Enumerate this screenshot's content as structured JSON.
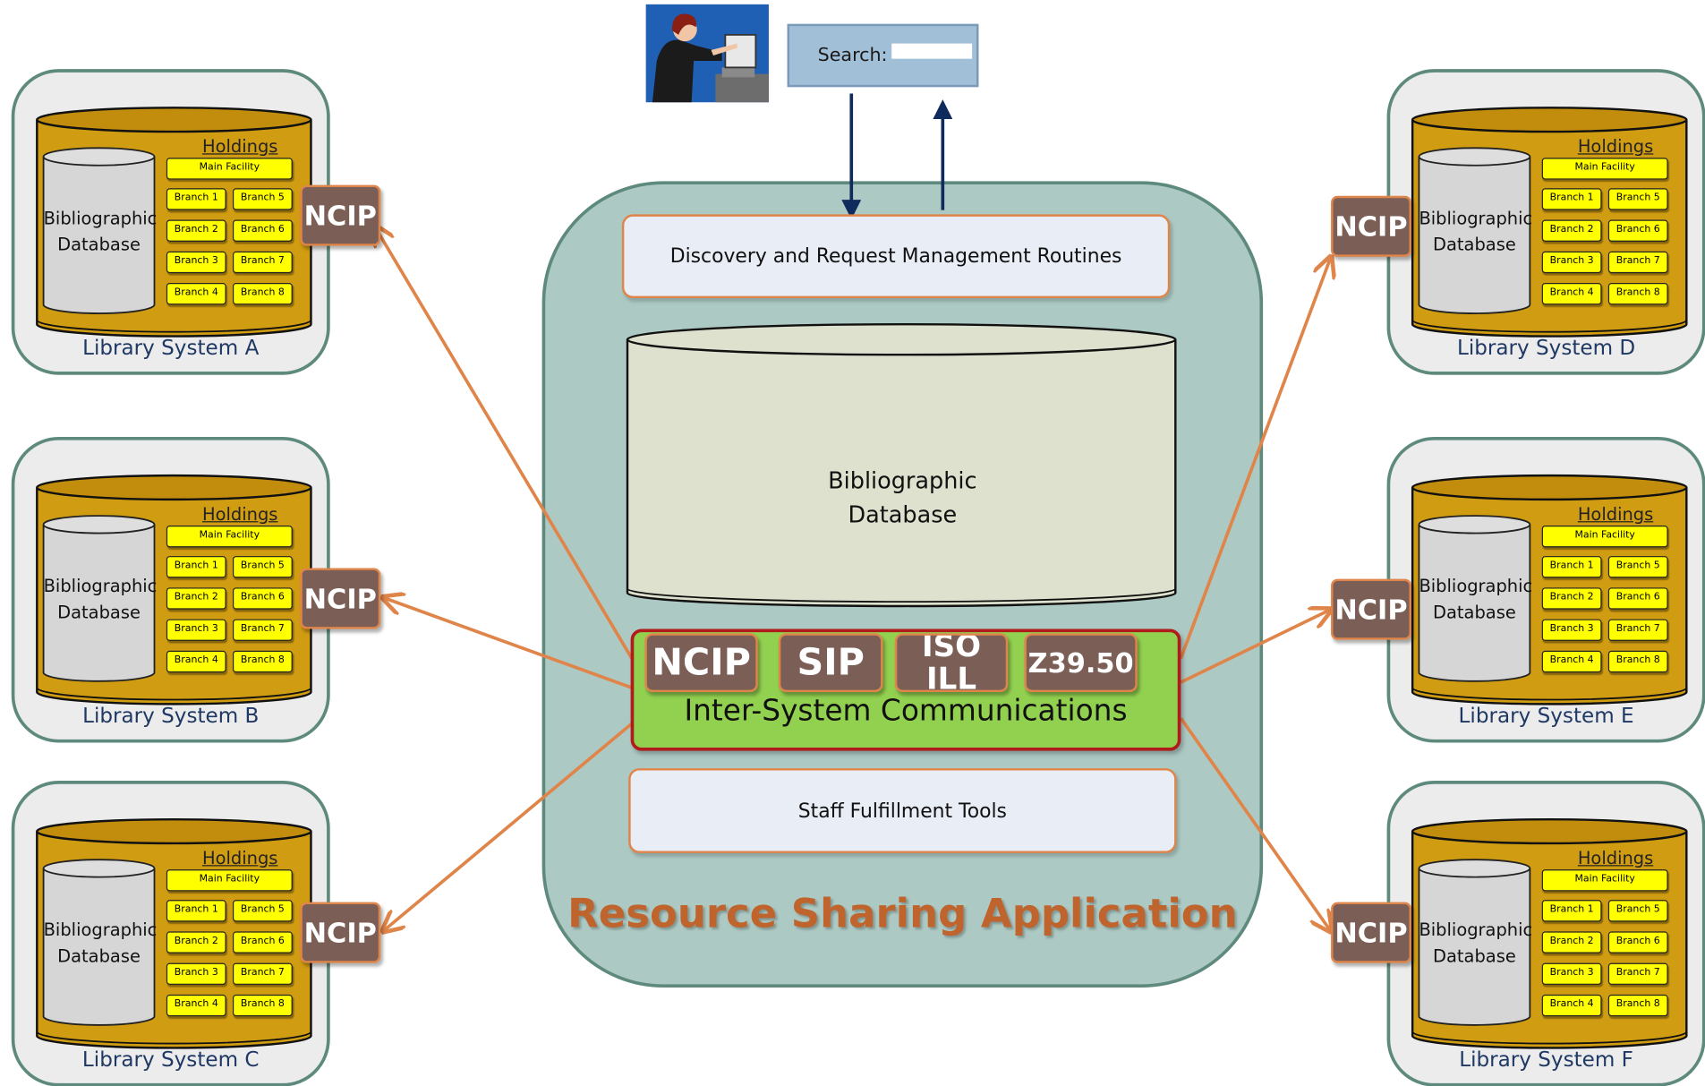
{
  "search": {
    "label": "Search:"
  },
  "application": {
    "title": "Resource Sharing Application",
    "discovery": "Discovery and Request Management Routines",
    "database": "Bibliographic\nDatabase",
    "staff_tools": "Staff Fulfillment Tools",
    "intersystem": {
      "label": "Inter-System Communications",
      "protocols": [
        "NCIP",
        "SIP",
        "ISO\nILL",
        "Z39.50"
      ]
    }
  },
  "library_template": {
    "holdings": "Holdings",
    "database": "Bibliographic\nDatabase",
    "main_facility": "Main Facility",
    "branches": [
      "Branch 1",
      "Branch 2",
      "Branch 3",
      "Branch 4",
      "Branch 5",
      "Branch 6",
      "Branch 7",
      "Branch 8"
    ],
    "ncip": "NCIP"
  },
  "libraries": [
    {
      "name": "Library System A"
    },
    {
      "name": "Library System B"
    },
    {
      "name": "Library System C"
    },
    {
      "name": "Library System D"
    },
    {
      "name": "Library System E"
    },
    {
      "name": "Library System F"
    }
  ],
  "colors": {
    "container": "#adc9c3",
    "database_gold": "#d09c12",
    "branch_yellow": "#ffff00",
    "connector": "#e0854a",
    "ncip_badge": "#7b5f56",
    "intersystem_green": "#92d050",
    "title_orange": "#c0642d"
  },
  "icons": [
    "user-at-computer-icon"
  ]
}
